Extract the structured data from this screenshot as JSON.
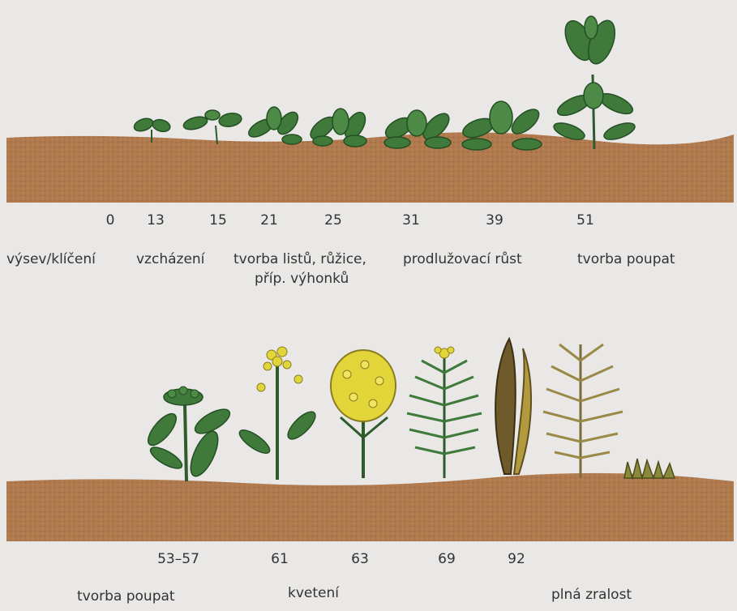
{
  "top_row": {
    "codes": [
      "0",
      "13",
      "15",
      "21",
      "25",
      "31",
      "39",
      "51"
    ],
    "stages": {
      "sowing": "výsev/klíčení",
      "emergence": "vzcházení",
      "leaf_line1": "tvorba listů, růžice,",
      "leaf_line2": "příp. výhonků",
      "elongation": "prodlužovací růst",
      "buds": "tvorba poupat"
    }
  },
  "bottom_row": {
    "codes": [
      "53–57",
      "61",
      "63",
      "69",
      "92"
    ],
    "stages": {
      "buds": "tvorba poupat",
      "flowering": "kvetení",
      "maturity": "plná zralost"
    }
  },
  "colors": {
    "background": "#e9e8e6",
    "soil": "#b07a4e",
    "soil_dark": "#8f5e39",
    "leaf": "#3f7a3b",
    "leaf_dark": "#244f24",
    "flower": "#e2d53a",
    "pod_dry": "#9a8a48"
  }
}
